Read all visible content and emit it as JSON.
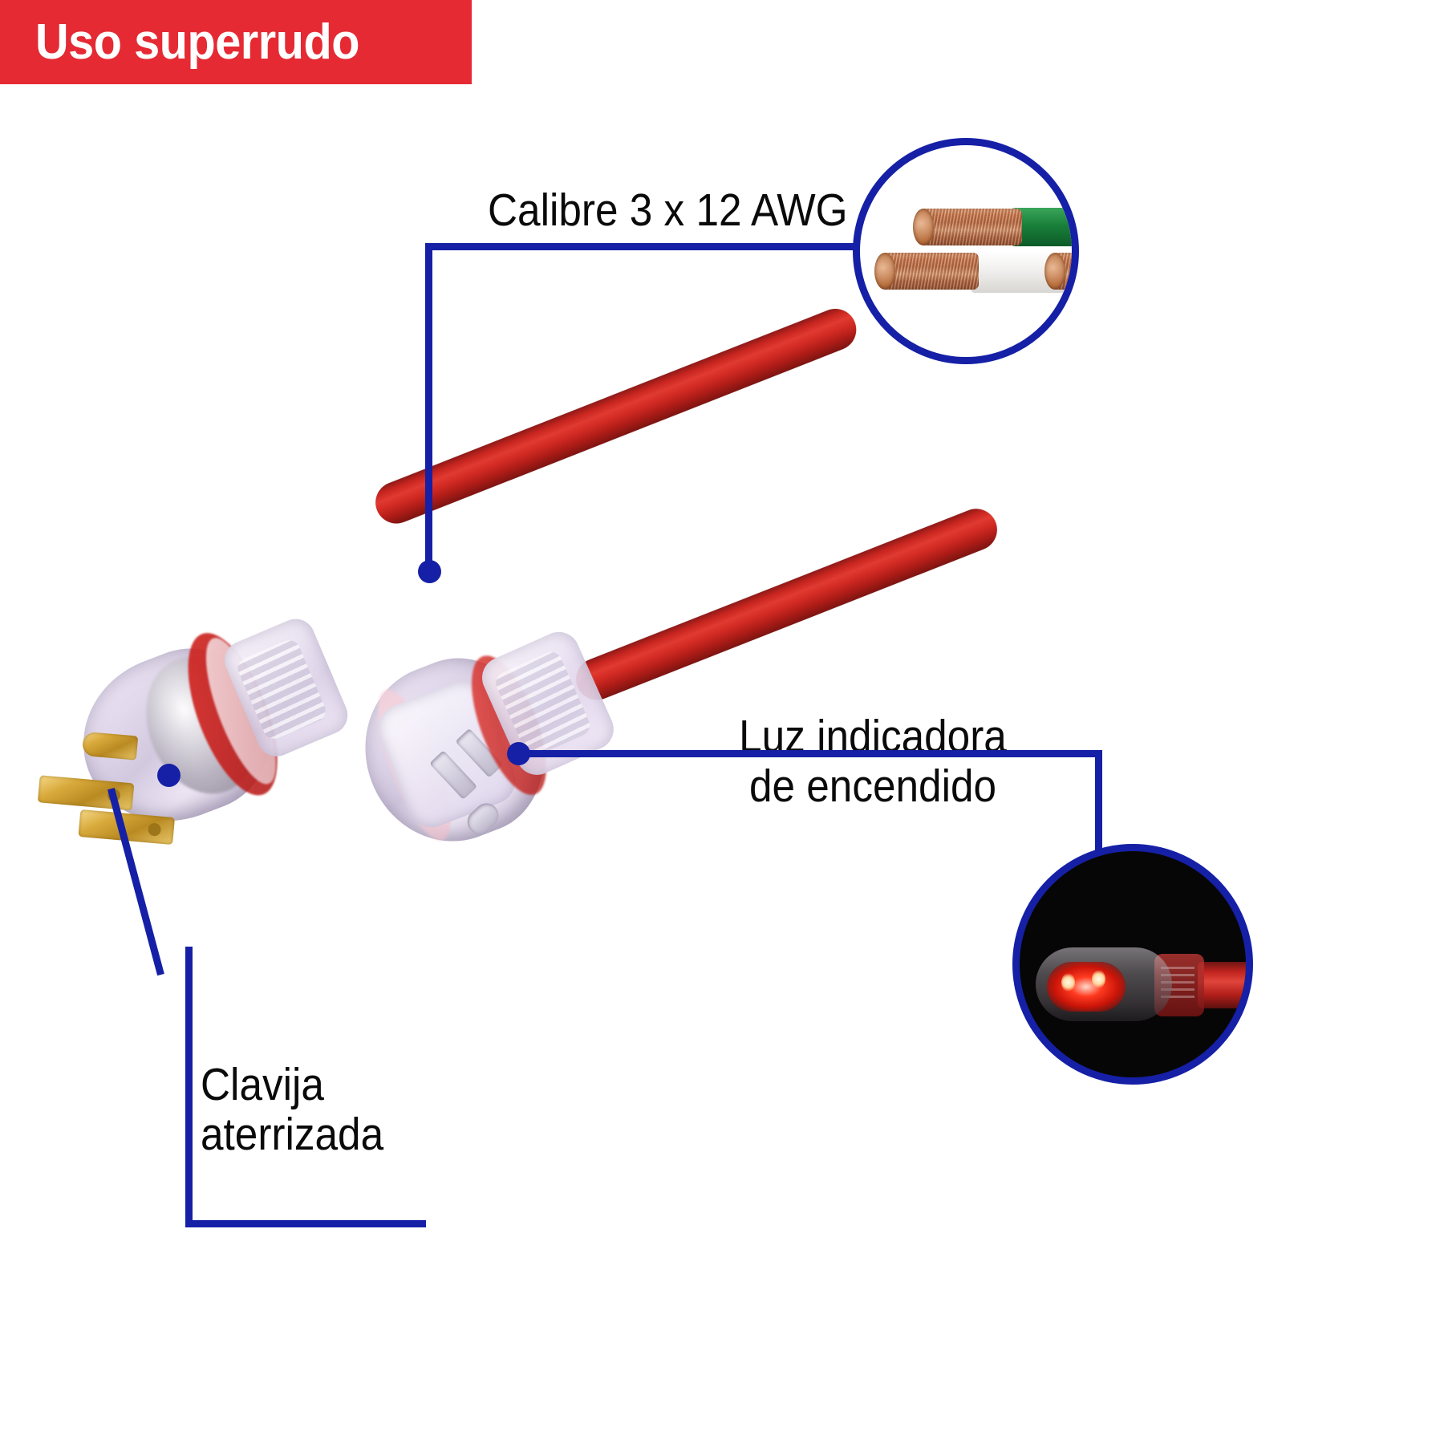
{
  "banner": {
    "text": "Uso superrudo",
    "background_color": "#E52A33",
    "text_color": "#FFFFFF"
  },
  "theme": {
    "accent_blue": "#1520A6",
    "cable_red": "#C8251F",
    "text_black": "#0A0A0A",
    "background": "#FFFFFF"
  },
  "callouts": [
    {
      "id": "gauge",
      "label": "Calibre 3 x 12 AWG",
      "leader_color": "#1520A6",
      "inset": {
        "name": "wire-cross-section-inset",
        "description": "copper-stranded-conductors",
        "conductor_colors": [
          "#1E7B3A",
          "#FFFFFF",
          "#6B4226"
        ],
        "copper_color": "#C07A4A"
      }
    },
    {
      "id": "indicator-light",
      "label_line1": "Luz indicadora",
      "label_line2": "de encendido",
      "leader_color": "#1520A6",
      "inset": {
        "name": "led-lit-inset",
        "description": "illuminated-red-indicator",
        "background_color": "#070607",
        "glow_color": "#FF3A20"
      }
    },
    {
      "id": "grounded-plug",
      "label_line1": "Clavija",
      "label_line2": "aterrizada",
      "leader_color": "#1520A6"
    }
  ],
  "product": {
    "name": "extension-cord",
    "cable_color": "#C8251F",
    "plug": {
      "name": "grounded-plug",
      "prong_count": 3,
      "prong_color": "#D8A93A",
      "housing": "transparent"
    },
    "receptacle": {
      "name": "lighted-receptacle",
      "slot_count": 3,
      "housing": "transparent"
    }
  },
  "icons": {
    "leader_dot": "dot-icon",
    "circle_inset": "circle-callout-icon"
  }
}
